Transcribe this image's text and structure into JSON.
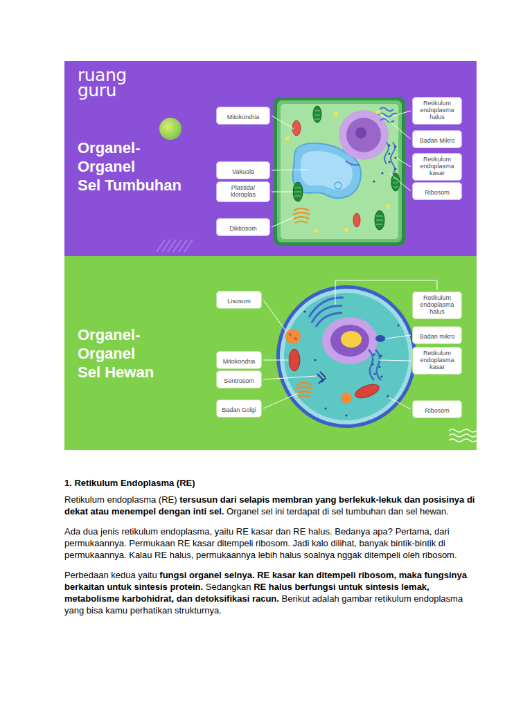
{
  "diagram": {
    "title": "1. Retikulum Endoplasma (RE)",
    "nodes": [
      {
        "text": [
          "ruang guru",
          "Organel- Organel Sel Tumbuhan"
        ]
      },
      {
        "text": [
          "Mitokondria"
        ],
        "in": 0
      },
      {
        "text": [
          "Vakuola"
        ],
        "in": 0
      },
      {
        "text": [
          "Plastida/ kloroplas"
        ],
        "in": 0
      },
      {
        "text": [
          "Diktiosom"
        ],
        "in": 0
      },
      {
        "text": [
          "Retikulum endoplasma halus"
        ],
        "in": 0
      },
      {
        "text": [
          "Badan Mikro"
        ],
        "in": 0
      },
      {
        "text": [
          "Retikulum endoplasma kasar"
        ],
        "in": 0
      },
      {
        "text": [
          "Ribosom"
        ],
        "in": 0
      },
      {
        "text": [
          "Organel- Organel Sel Hewan"
        ]
      },
      {
        "text": [
          "Lisosom"
        ],
        "in": 9
      },
      {
        "text": [
          "Mitokondria"
        ],
        "in": 9
      },
      {
        "text": [
          "Sentrosom"
        ],
        "in": 9
      },
      {
        "text": [
          "Badan Golgi"
        ],
        "in": 9
      },
      {
        "text": [
          "Retikulum endoplasma halus"
        ],
        "in": 9
      },
      {
        "text": [
          "Badan mikro"
        ],
        "in": 9
      },
      {
        "text": [
          "Retikulum endoplasma kasar"
        ],
        "in": 9
      },
      {
        "text": [
          "Ribosom"
        ],
        "in": 9
      }
    ],
    "labels": [
      "Retikulum endoplasma (RE)",
      "tersusun dari selapis membran yang berlekuk-lekuk dan posisinya di dekat atau menempel dengan inti sel.",
      "Organel sel ini terdapat di sel tumbuhan dan sel hewan.",
      "Ada dua jenis retikulum endoplasma, yaitu RE kasar dan RE halus. Bedanya apa? Pertama, dari permukaannya. Permukaan RE kasar ditempeli ribosom. Jadi kalo dilihat, banyak bintik-bintik di permukaannya. Kalau RE halus, permukaannya lebih halus soalnya nggak ditempeli oleh ribosom.",
      "Perbedaan kedua yaitu",
      "fungsi organel selnya. RE kasar kan ditempeli ribosom, maka fungsinya berkaitan untuk sintesis protein.",
      "Sedangkan",
      "RE halus berfungsi untuk sintesis lemak, metabolisme karbohidrat, dan detoksifikasi racun.",
      "Berikut adalah gambar retikulum endoplasma yang bisa kamu perhatikan strukturnya."
    ]
  }
}
